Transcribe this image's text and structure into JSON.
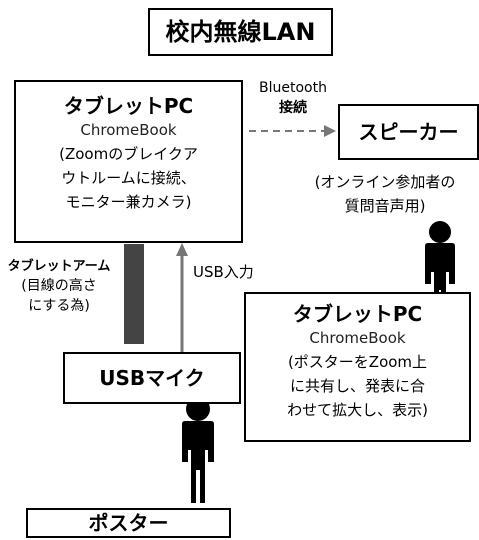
{
  "title": "校内無線LAN",
  "tablet_main": {
    "title": "タブレットPC",
    "model": "ChromeBook",
    "desc_lines": [
      "(Zoomのブレイクア",
      "ウトルームに接続、",
      "モニター兼カメラ)"
    ]
  },
  "bluetooth": {
    "line1": "Bluetooth",
    "line2": "接続"
  },
  "speaker": {
    "label": "スピーカー",
    "note_lines": [
      "(オンライン参加者の",
      "質問音声用)"
    ]
  },
  "tablet_arm": {
    "label": "タブレットアーム",
    "note_lines": [
      "(目線の高さ",
      "にする為)"
    ]
  },
  "usb_input": "USB入力",
  "tablet_sub": {
    "title": "タブレットPC",
    "model": "ChromeBook",
    "desc_lines": [
      "(ポスターをZoom上",
      "に共有し、発表に合",
      "わせて拡大し、表示)"
    ]
  },
  "usb_mic": "USBマイク",
  "poster": "ポスター",
  "colors": {
    "line": "#000000",
    "arrow_gray": "#777777",
    "arm": "#444444",
    "person": "#000000"
  }
}
